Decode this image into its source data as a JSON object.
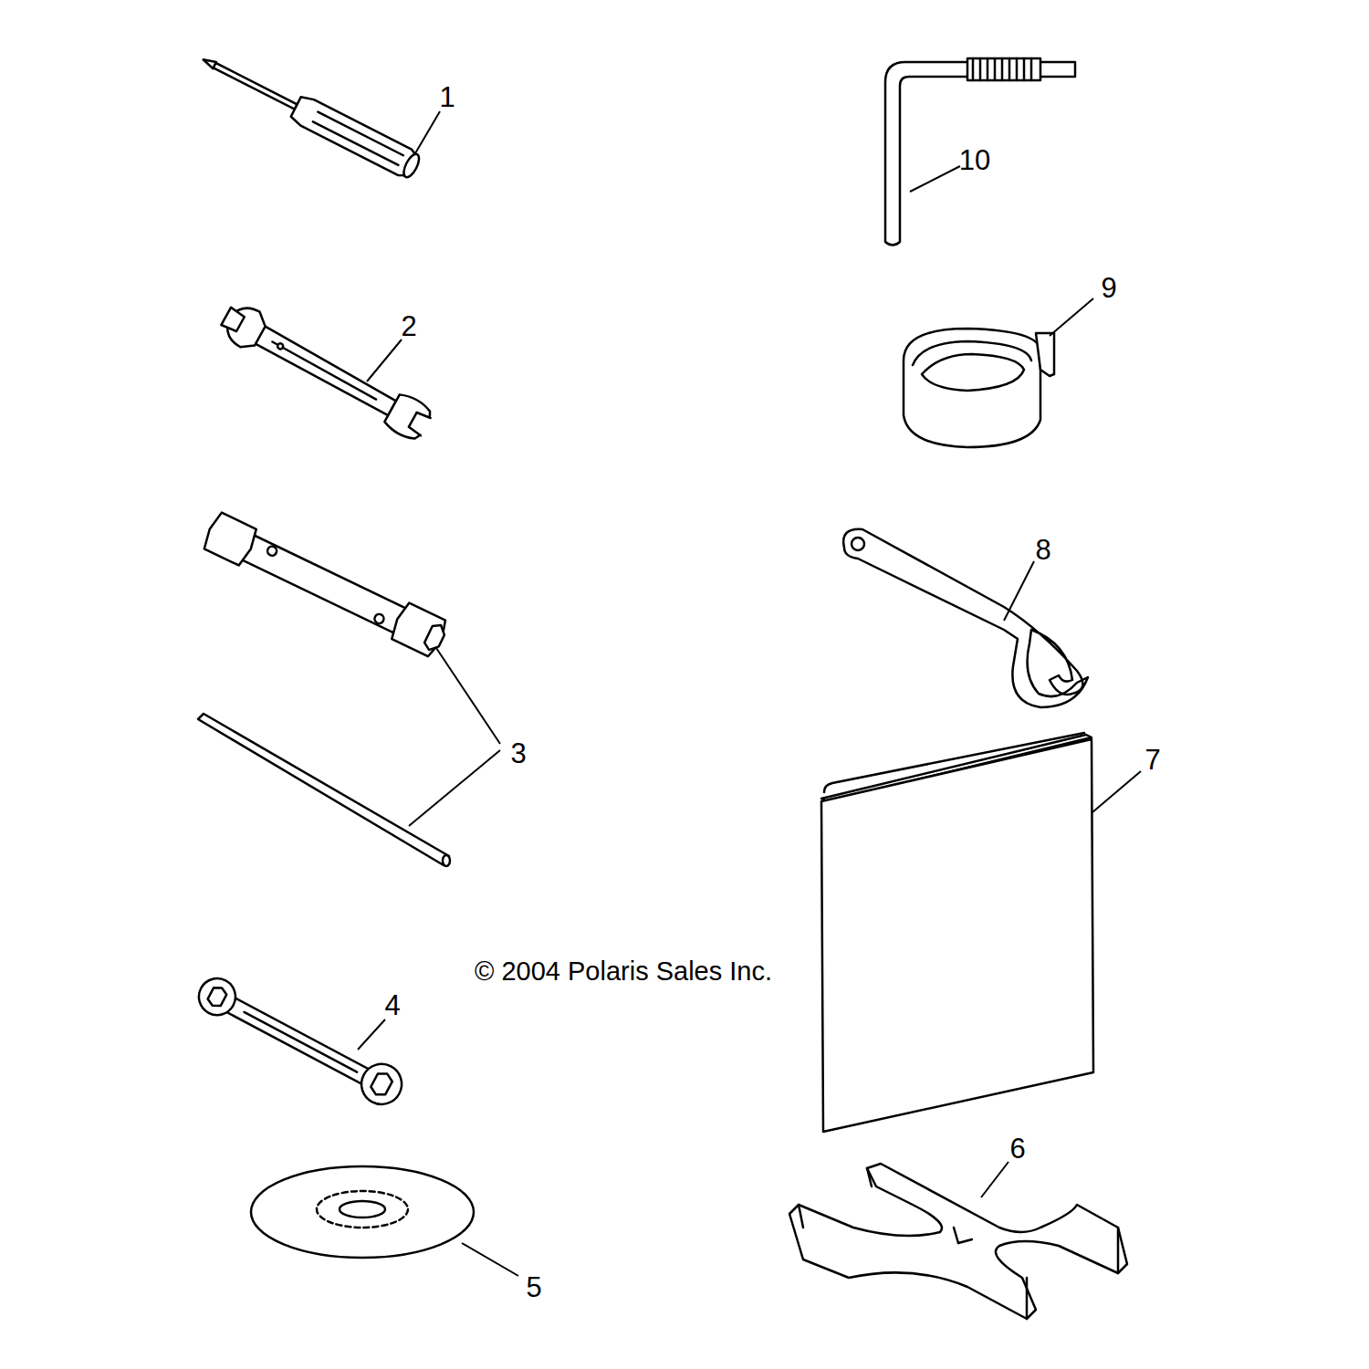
{
  "diagram": {
    "labels": [
      "1",
      "10",
      "9",
      "2",
      "8",
      "7",
      "3",
      "© 2004 Polaris Sales Inc.",
      "4",
      "6",
      "5"
    ]
  }
}
